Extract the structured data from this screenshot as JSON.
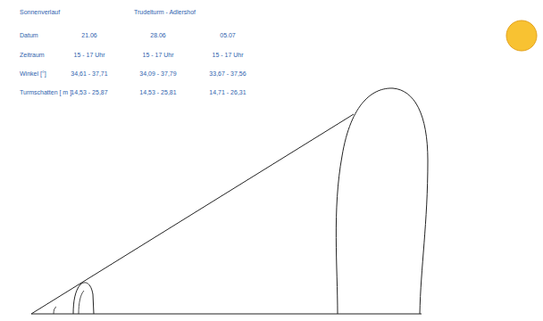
{
  "diagram": {
    "labels": [
      "Sonnenverlauf",
      "Trudelturm - Adlershof",
      "Datum",
      "21.06",
      "28.06",
      "05.07",
      "Zeitraum",
      "15 - 17 Uhr",
      "15 - 17 Uhr",
      "15 - 17 Uhr",
      "Winkel [°]",
      "34,61 - 37,71",
      "34,09 - 37,79",
      "33,67 - 37,56",
      "Turmschatten [ m ]",
      "14,53 - 25,87",
      "14,53 - 25,81",
      "14,71 - 26,31"
    ]
  }
}
